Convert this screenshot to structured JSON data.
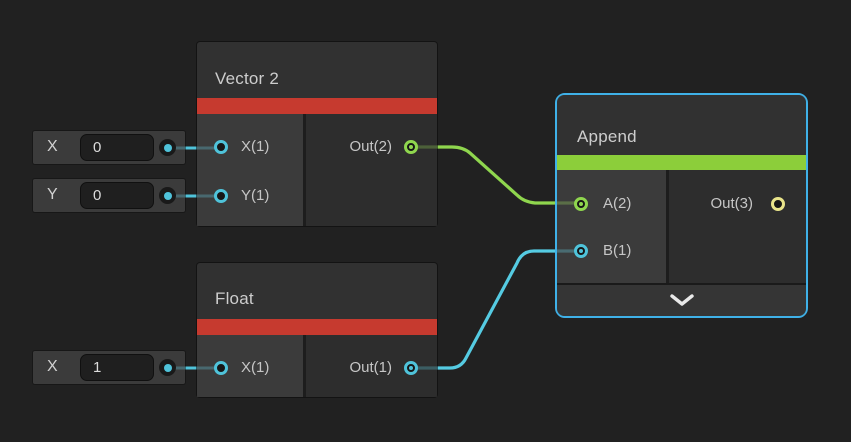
{
  "colors": {
    "background": "#212121",
    "accent_red": "#c63a2f",
    "accent_green": "#8cce3a",
    "selection_blue": "#3fb1e8",
    "port_cyan": "#4fc3da",
    "port_green": "#8fd64e",
    "port_yellow": "#e9e48a",
    "wire_green": "#8fd64e",
    "wire_cyan": "#55cbe2",
    "wire_stub_cyan": "#4fc3da",
    "chevron": "#e9e9e9"
  },
  "nodes": {
    "vector2": {
      "title": "Vector 2",
      "inputs": {
        "x": "X(1)",
        "y": "Y(1)"
      },
      "outputs": {
        "out": "Out(2)"
      }
    },
    "float": {
      "title": "Float",
      "inputs": {
        "x": "X(1)"
      },
      "outputs": {
        "out": "Out(1)"
      }
    },
    "append": {
      "title": "Append",
      "selected": "true",
      "inputs": {
        "a": "A(2)",
        "b": "B(1)"
      },
      "outputs": {
        "out": "Out(3)"
      }
    }
  },
  "widgets": {
    "vector2_x": {
      "label": "X",
      "value": "0"
    },
    "vector2_y": {
      "label": "Y",
      "value": "0"
    },
    "float_x": {
      "label": "X",
      "value": "1"
    }
  }
}
